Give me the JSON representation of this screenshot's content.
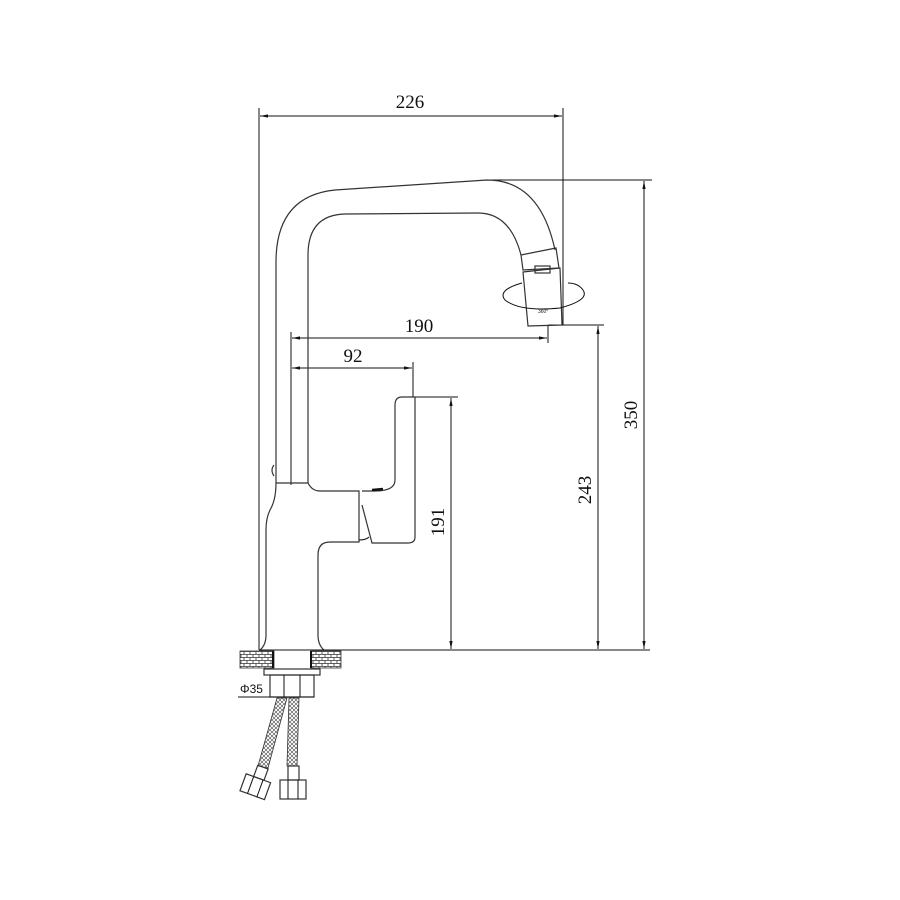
{
  "drawing": {
    "subject": "faucet",
    "dimensions": {
      "overall_width": "226",
      "overall_height": "350",
      "spout_reach": "190",
      "handle_reach": "92",
      "spout_outlet_height": "243",
      "handle_height": "191",
      "mount_diameter": "Φ35",
      "aerator_rotation": "360°"
    },
    "line_color": "#111111",
    "background_color": "#ffffff"
  }
}
